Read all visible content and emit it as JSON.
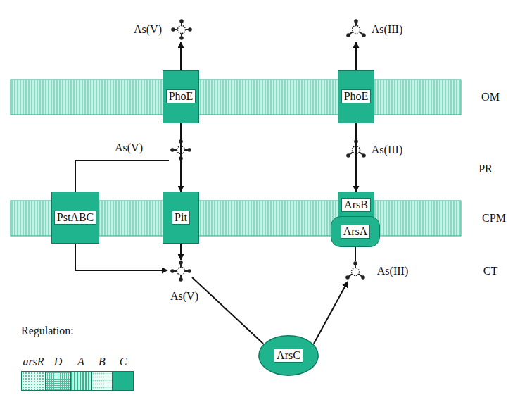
{
  "diagram": {
    "nodes": [
      {
        "text": [
          "PhoE"
        ]
      },
      {
        "text": [
          "PhoE"
        ]
      },
      {
        "text": [
          "PstABC"
        ]
      },
      {
        "text": [
          "Pit"
        ]
      },
      {
        "text": [
          "ArsB"
        ]
      },
      {
        "text": [
          "ArsA"
        ]
      },
      {
        "text": [
          "ArsC"
        ]
      },
      {
        "text": [
          "arsR"
        ]
      },
      {
        "text": [
          "D"
        ]
      },
      {
        "text": [
          "A"
        ]
      },
      {
        "text": [
          "B"
        ]
      },
      {
        "text": [
          "C"
        ]
      }
    ],
    "edges": [
      {
        "from": 0,
        "to": 3,
        "arrow": "to"
      },
      {
        "from": 1,
        "to": 4,
        "arrow": "to"
      }
    ],
    "labels": [
      "As(V)",
      "As(III)",
      "As(V)",
      "As(III)",
      "As(V)",
      "As(III)",
      "OM",
      "PR",
      "CPM",
      "CT",
      "Regulation:"
    ]
  }
}
